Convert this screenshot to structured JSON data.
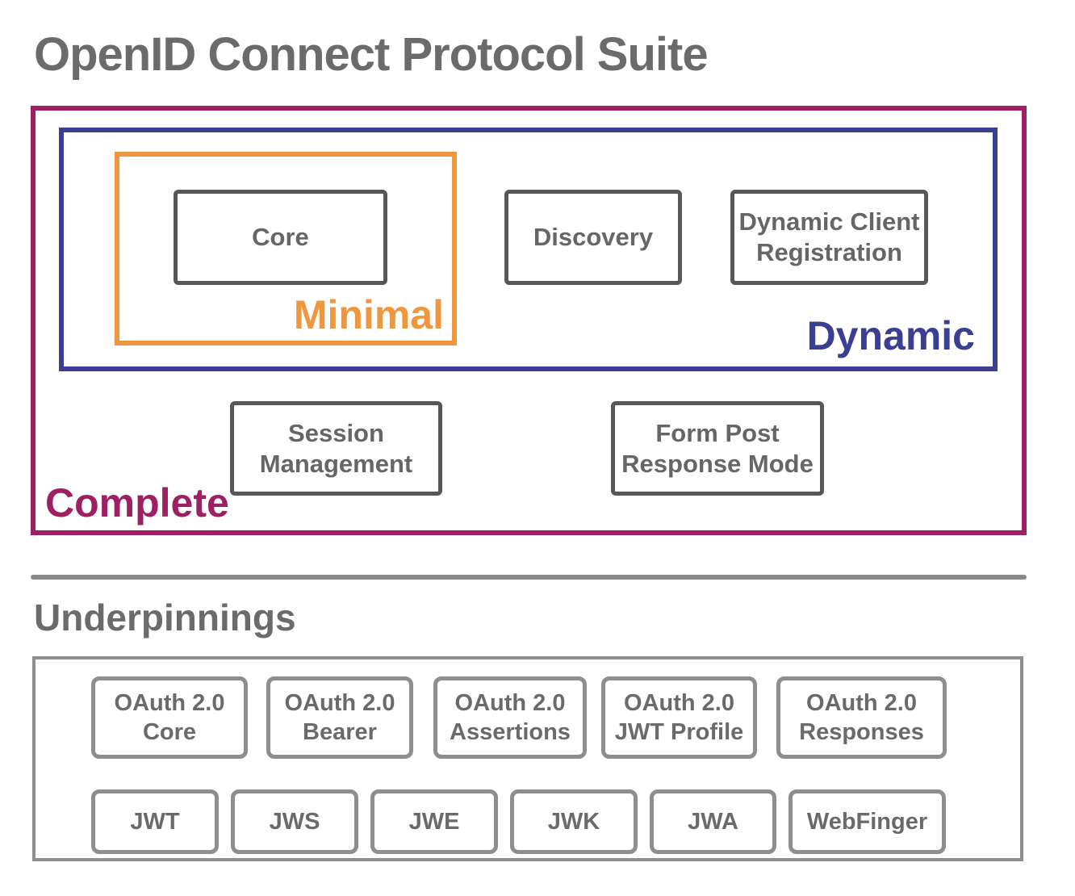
{
  "title": "OpenID Connect Protocol Suite",
  "suite": {
    "complete_label": "Complete",
    "dynamic_label": "Dynamic",
    "minimal_label": "Minimal",
    "nodes": {
      "core": "Core",
      "discovery": "Discovery",
      "dynamic_client_registration": "Dynamic Client Registration",
      "session_management": "Session Management",
      "form_post_response_mode": "Form Post Response Mode"
    }
  },
  "underpinnings": {
    "heading": "Underpinnings",
    "row1": [
      "OAuth 2.0 Core",
      "OAuth 2.0 Bearer",
      "OAuth 2.0 Assertions",
      "OAuth 2.0 JWT Profile",
      "OAuth 2.0 Responses"
    ],
    "row2": [
      "JWT",
      "JWS",
      "JWE",
      "JWK",
      "JWA",
      "WebFinger"
    ]
  },
  "colors": {
    "complete_border": "#9e2063",
    "dynamic_border": "#3a3f94",
    "minimal_border": "#ef973f",
    "node_border": "#575757",
    "node_text": "#666666",
    "underpinning_border": "#8e8e8e",
    "heading_text": "#6b6b6b",
    "divider": "#8a8a8a"
  }
}
